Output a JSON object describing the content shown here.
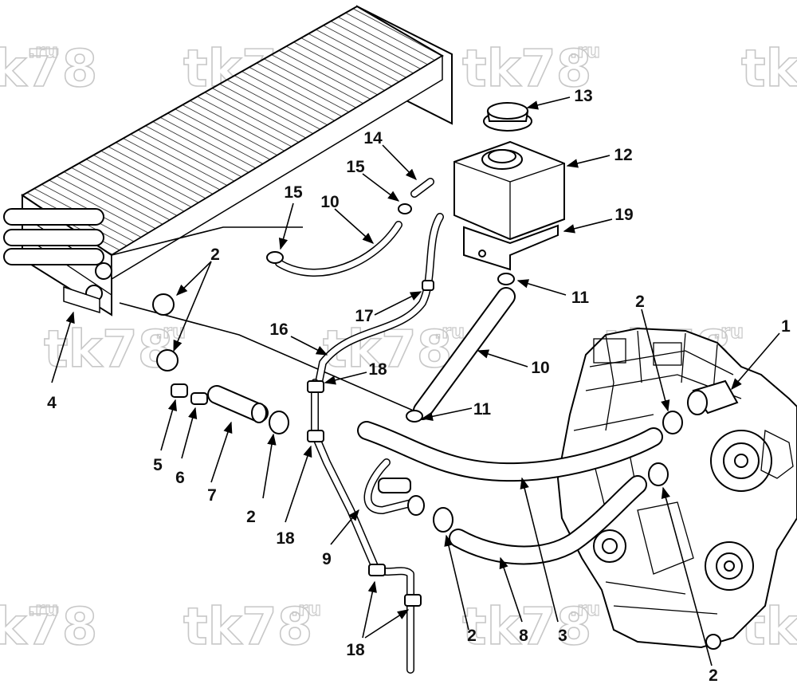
{
  "watermark": {
    "main": "tk78",
    "suffix": ".ru"
  },
  "callouts": [
    {
      "id": "c1",
      "text": "1"
    },
    {
      "id": "c2a",
      "text": "2"
    },
    {
      "id": "c2b",
      "text": "2"
    },
    {
      "id": "c2c",
      "text": "2"
    },
    {
      "id": "c2d",
      "text": "2"
    },
    {
      "id": "c2e",
      "text": "2"
    },
    {
      "id": "c3",
      "text": "3"
    },
    {
      "id": "c4",
      "text": "4"
    },
    {
      "id": "c5",
      "text": "5"
    },
    {
      "id": "c6",
      "text": "6"
    },
    {
      "id": "c7",
      "text": "7"
    },
    {
      "id": "c8",
      "text": "8"
    },
    {
      "id": "c9",
      "text": "9"
    },
    {
      "id": "c10a",
      "text": "10"
    },
    {
      "id": "c10b",
      "text": "10"
    },
    {
      "id": "c11a",
      "text": "11"
    },
    {
      "id": "c11b",
      "text": "11"
    },
    {
      "id": "c12",
      "text": "12"
    },
    {
      "id": "c13",
      "text": "13"
    },
    {
      "id": "c14",
      "text": "14"
    },
    {
      "id": "c15a",
      "text": "15"
    },
    {
      "id": "c15b",
      "text": "15"
    },
    {
      "id": "c16",
      "text": "16"
    },
    {
      "id": "c17",
      "text": "17"
    },
    {
      "id": "c18a",
      "text": "18"
    },
    {
      "id": "c18b",
      "text": "18"
    },
    {
      "id": "c18c",
      "text": "18"
    },
    {
      "id": "c19",
      "text": "19"
    }
  ]
}
